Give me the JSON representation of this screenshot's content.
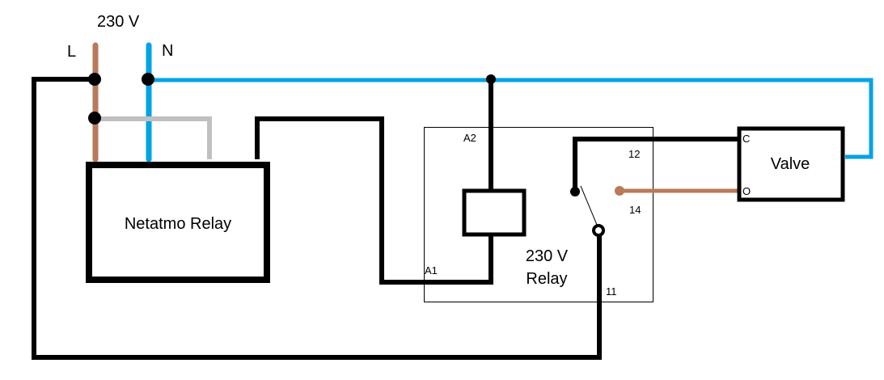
{
  "colors": {
    "live": "#b87a58",
    "neutral": "#00a3e6",
    "switched": "#c0c0c0",
    "wire": "#000000",
    "background": "#ffffff"
  },
  "supply": {
    "voltage_label": "230 V",
    "live_label": "L",
    "neutral_label": "N"
  },
  "netatmo": {
    "label": "Netatmo Relay"
  },
  "relay": {
    "label_line1": "230 V",
    "label_line2": "Relay",
    "terminals": {
      "a1": "A1",
      "a2": "A2",
      "t11": "11",
      "t12": "12",
      "t14": "14"
    }
  },
  "valve": {
    "label": "Valve",
    "terminal_close": "C",
    "terminal_open": "O"
  }
}
